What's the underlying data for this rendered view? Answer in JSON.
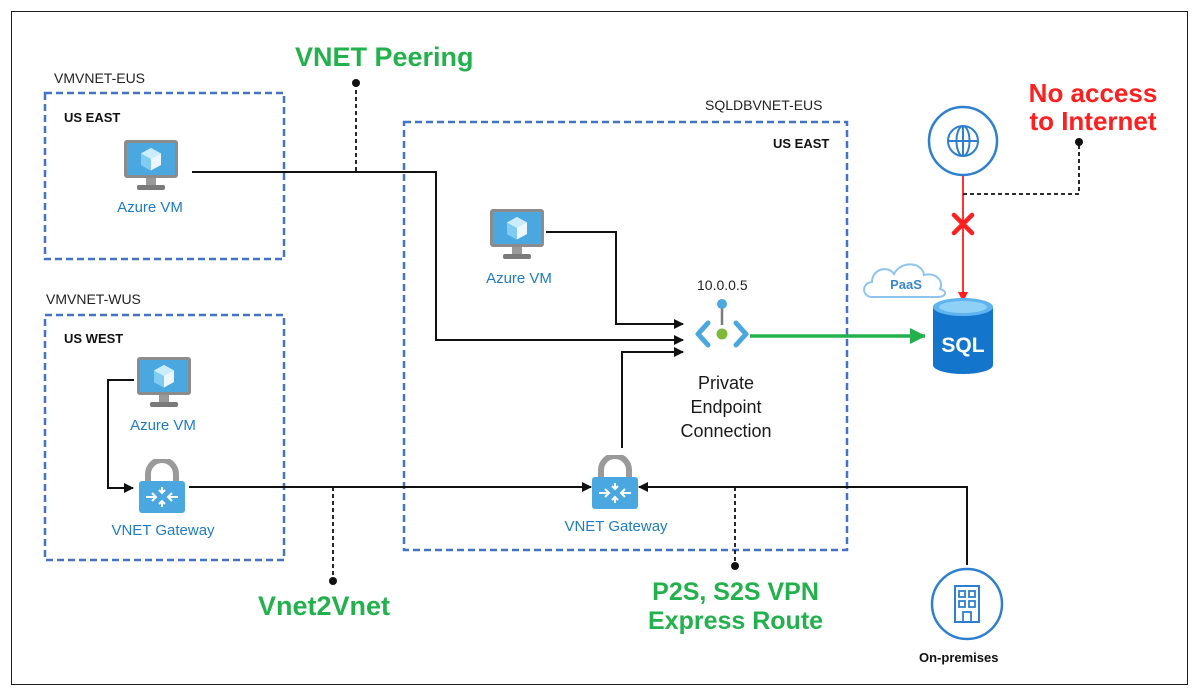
{
  "vnets": {
    "eus": {
      "name": "VMVNET-EUS",
      "region": "US EAST",
      "vm_label": "Azure VM"
    },
    "wus": {
      "name": "VMVNET-WUS",
      "region": "US WEST",
      "vm_label": "Azure VM",
      "gateway_label": "VNET Gateway"
    },
    "sql": {
      "name": "SQLDBVNET-EUS",
      "region": "US EAST",
      "vm_label": "Azure VM",
      "gateway_label": "VNET Gateway"
    }
  },
  "private_endpoint": {
    "ip": "10.0.0.5",
    "line1": "Private",
    "line2": "Endpoint",
    "line3": "Connection"
  },
  "sql_db": {
    "label": "SQL",
    "paas_label": "PaaS"
  },
  "callouts": {
    "peering": "VNET Peering",
    "vnet2vnet": "Vnet2Vnet",
    "vpn_line1": "P2S, S2S VPN",
    "vpn_line2": "Express Route",
    "no_access_line1": "No access",
    "no_access_line2": "to Internet"
  },
  "onprem": {
    "label": "On-premises"
  },
  "colors": {
    "dashed_box": "#4472c4",
    "azure_blue": "#1f7cc4",
    "green": "#22b14c",
    "red": "#ff1f1f"
  },
  "icons": [
    "azure-vm-icon",
    "vnet-gateway-icon",
    "private-endpoint-icon",
    "sql-database-icon",
    "globe-icon",
    "paas-cloud-icon",
    "building-icon",
    "blocked-x-icon"
  ]
}
